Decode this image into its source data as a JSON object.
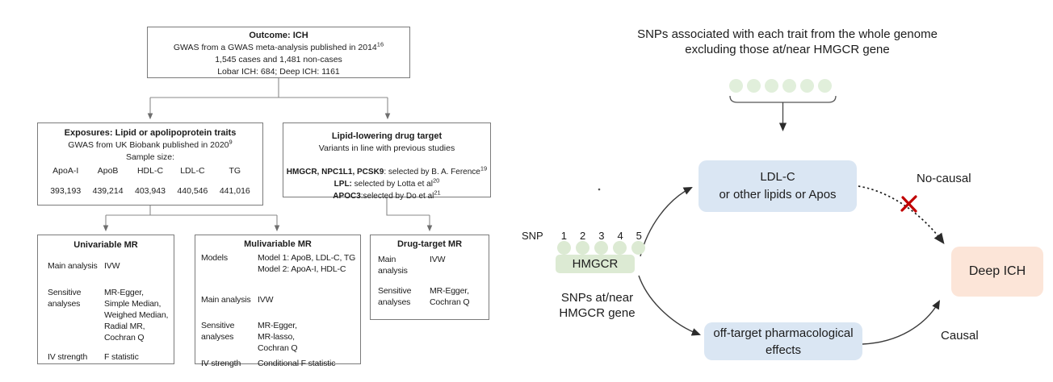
{
  "figure": {
    "flowchart": {
      "outcome": {
        "title": "Outcome: ICH",
        "line1": "GWAS from a GWAS meta-analysis published in 2014",
        "line1_sup": "16",
        "line2": "1,545 cases and 1,481 non-cases",
        "line3": "Lobar ICH: 684; Deep ICH: 1161"
      },
      "exposures": {
        "title": "Exposures: Lipid or apolipoprotein traits",
        "subtitle": "GWAS from UK Biobank published in 2020",
        "subtitle_sup": "9",
        "sample_size_label": "Sample size:",
        "traits": [
          "ApoA-I",
          "ApoB",
          "HDL-C",
          "LDL-C",
          "TG"
        ],
        "sample_sizes": [
          "393,193",
          "439,214",
          "403,943",
          "440,546",
          "441,016"
        ]
      },
      "drug_target": {
        "title": "Lipid-lowering  drug target",
        "subtitle": "Variants in line with previous studies",
        "rows": [
          {
            "bold": "HMGCR, NPC1L1, PCSK9",
            "text": ": selected by B. A. Ference",
            "sup": "19"
          },
          {
            "bold": "LPL:",
            "text": " selected by Lotta et al",
            "sup": "20"
          },
          {
            "bold": "APOC3",
            "text": ":selected by Do et al",
            "sup": "21"
          }
        ]
      },
      "univariable": {
        "title": "Univariable MR",
        "rows": [
          {
            "label": "Main analysis",
            "value": "IVW"
          },
          {
            "label": "Sensitive\nanalyses",
            "value": "MR-Egger,\nSimple Median,\nWeighed Median,\nRadial MR,\nCochran Q"
          },
          {
            "label": "IV strength",
            "value": "F statistic"
          }
        ]
      },
      "multivariable": {
        "title": "Mulivariable MR",
        "rows": [
          {
            "label": "Models",
            "value": "Model 1: ApoB, LDL-C, TG\nModel 2: ApoA-I, HDL-C"
          },
          {
            "label": "Main analysis",
            "value": "IVW"
          },
          {
            "label": "Sensitive\nanalyses",
            "value": "MR-Egger,\nMR-lasso,\nCochran Q"
          },
          {
            "label": "IV strength",
            "value": "Conditional F statistic"
          }
        ]
      },
      "drug_target_mr": {
        "title": "Drug-target MR",
        "rows": [
          {
            "label": "Main\nanalysis",
            "value": "IVW"
          },
          {
            "label": "Sensitive\nanalyses",
            "value": "MR-Egger,\nCochran Q"
          }
        ]
      }
    },
    "diagram": {
      "title": "SNPs associated with each trait from the whole genome\nexcluding those at/near HMGCR gene",
      "genome_snp_dot_count": 6,
      "snp_label": "SNP",
      "snp_numbers": [
        "1",
        "2",
        "3",
        "4",
        "5"
      ],
      "hmgcr_snp_dot_count": 5,
      "hmgcr_gene_label": "HMGCR",
      "snps_at_near_label": "SNPs at/near\nHMGCR gene",
      "ldl_box": "LDL-C\nor other lipids or Apos",
      "offtarget_box": "off-target pharmacological\neffects",
      "outcome_box": "Deep ICH",
      "no_causal_label": "No-causal",
      "causal_label": "Causal",
      "colors": {
        "snp_green": "#dcead3",
        "lipid_blue": "#dae6f3",
        "outcome_peach": "#fce5d8",
        "cross_red": "#c00000"
      }
    }
  }
}
